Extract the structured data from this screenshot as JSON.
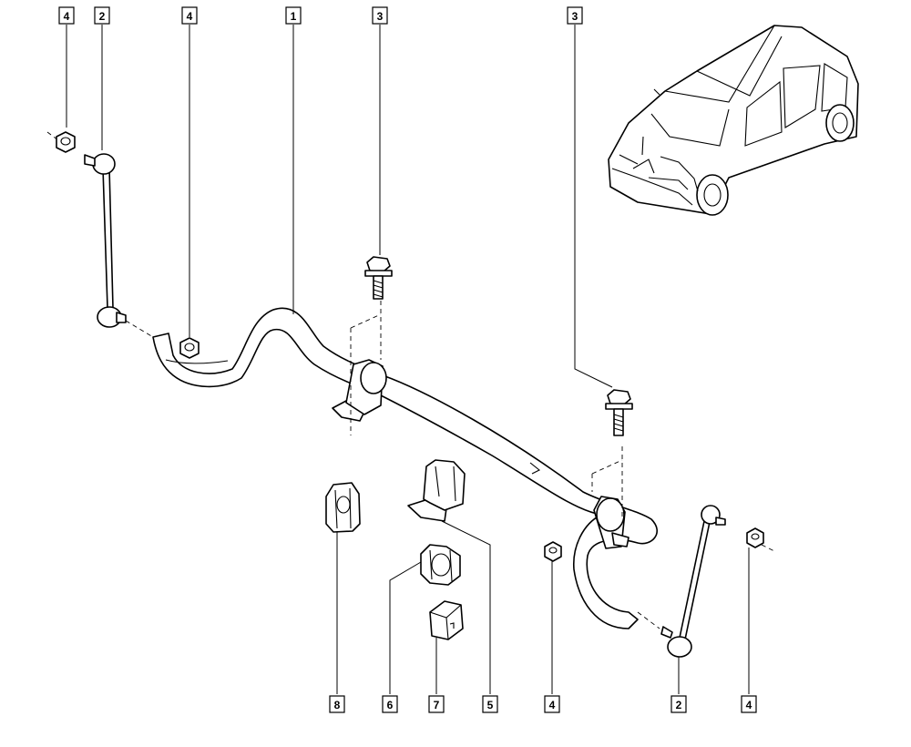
{
  "callouts": [
    {
      "id": "c1",
      "label": "4"
    },
    {
      "id": "c2",
      "label": "2"
    },
    {
      "id": "c3",
      "label": "4"
    },
    {
      "id": "c4",
      "label": "1"
    },
    {
      "id": "c5",
      "label": "3"
    },
    {
      "id": "c6",
      "label": "3"
    },
    {
      "id": "c7",
      "label": "8"
    },
    {
      "id": "c8",
      "label": "6"
    },
    {
      "id": "c9",
      "label": "7"
    },
    {
      "id": "c10",
      "label": "5"
    },
    {
      "id": "c11",
      "label": "4"
    },
    {
      "id": "c12",
      "label": "2"
    },
    {
      "id": "c13",
      "label": "4"
    }
  ],
  "colors": {
    "line": "#000000",
    "background": "#ffffff"
  }
}
